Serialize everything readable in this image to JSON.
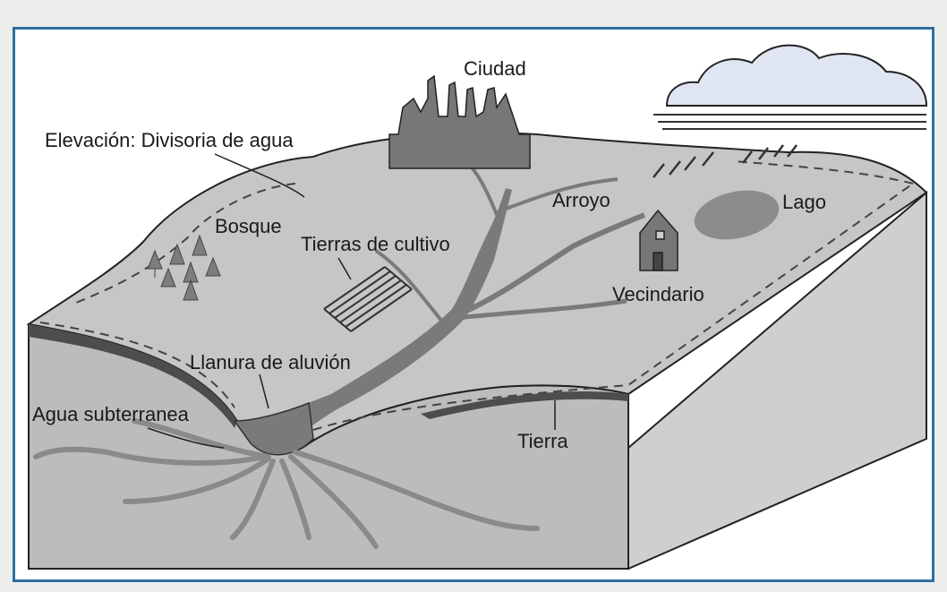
{
  "labels": {
    "ciudad": "Ciudad",
    "elevacion": "Elevación: Divisoria de agua",
    "bosque": "Bosque",
    "tierras_cultivo": "Tierras de cultivo",
    "arroyo": "Arroyo",
    "lago": "Lago",
    "vecindario": "Vecindario",
    "llanura": "Llanura de aluvión",
    "agua_subterranea": "Agua subterranea",
    "tierra": "Tierra"
  },
  "colors": {
    "frame_border": "#2f6f9f",
    "surface": "#c4c4c4",
    "block_side": "#b9b9b9",
    "block_right": "#cfcfcf",
    "water": "#7a7a7a",
    "soil_layer": "#555555",
    "cloud": "#dfe6f2"
  }
}
